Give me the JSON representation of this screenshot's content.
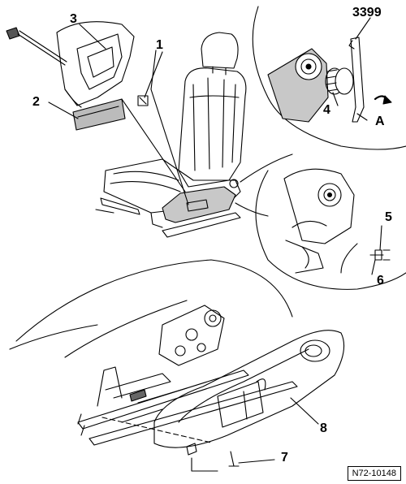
{
  "figure": {
    "labels": {
      "l1": "1",
      "l2": "2",
      "l3": "3",
      "l4": "4",
      "l5": "5",
      "l6": "6",
      "l7": "7",
      "l8": "8",
      "tool": "3399",
      "arrow": "A"
    },
    "reference": "N72-10148"
  }
}
